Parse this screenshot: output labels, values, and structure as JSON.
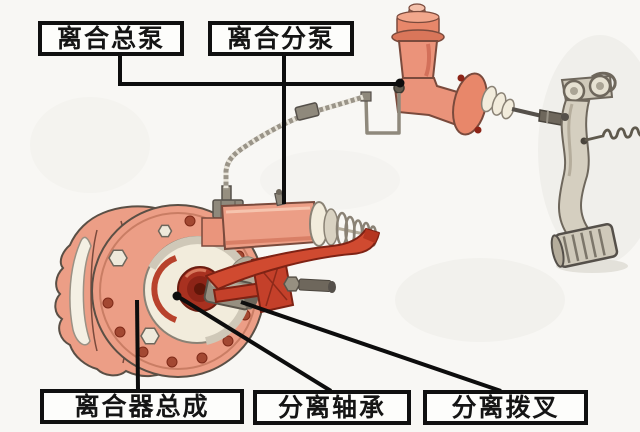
{
  "figure": {
    "type": "clutch-hydraulic-system-diagram",
    "labels": {
      "master_cylinder": "离合总泵",
      "slave_cylinder": "离合分泵",
      "clutch_assembly": "离合器总成",
      "release_bearing": "分离轴承",
      "release_fork": "分离拨叉"
    },
    "colors": {
      "part_salmon": "#ec9e86",
      "part_red": "#cf4a31",
      "bearing_dark_red": "#a83120",
      "metal_gray": "#cfc9ba",
      "cream": "#f2ecdc",
      "callout_black": "#0d0d0d",
      "background": "#f8f7f4"
    }
  }
}
